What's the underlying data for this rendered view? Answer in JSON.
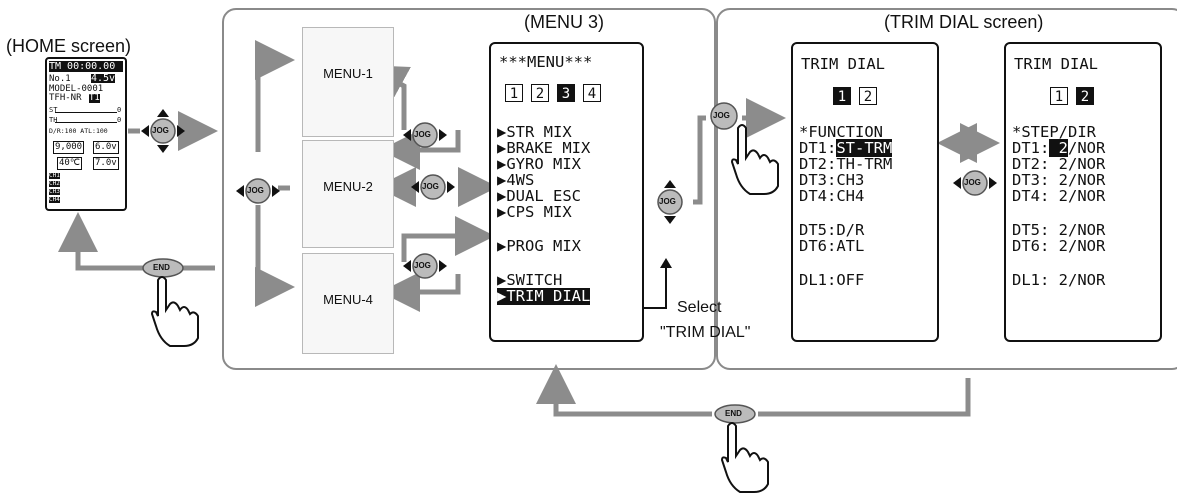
{
  "captions": {
    "home": "(HOME screen)",
    "menu3": "(MENU 3)",
    "trim": "(TRIM DIAL screen)"
  },
  "menus": {
    "m1": "MENU-1",
    "m2": "MENU-2",
    "m4": "MENU-4"
  },
  "jog_label": "JOG",
  "end_label": "END",
  "home": {
    "timer": "TM 00:00.00",
    "model_no": "No.1",
    "batt": "4.5v",
    "model_name": "MODEL-0001",
    "mode": "TFH-NR",
    "mode_tag": "T1",
    "st": "ST",
    "th": "TH",
    "trim_val": "0",
    "dr_atl": "D/R:100 ATL:100",
    "val1": "9,000",
    "val2": "6.0v",
    "temp": "40℃",
    "volt": "7.0v",
    "ch1": "CH1",
    "ch2": "CH2",
    "ch3": "CH3",
    "ch4": "CH4"
  },
  "menu3": {
    "title": "***MENU***",
    "pages": [
      "1",
      "2",
      "3",
      "4"
    ],
    "items": [
      "▶STR MIX",
      "▶BRAKE MIX",
      "▶GYRO MIX",
      "▶4WS",
      "▶DUAL ESC",
      "▶CPS MIX",
      "▶PROG MIX",
      "▶SWITCH",
      "▶TRIM DIAL"
    ]
  },
  "select_note": {
    "line1": "Select",
    "line2": "\"TRIM DIAL\""
  },
  "trim1": {
    "title": "TRIM DIAL",
    "pages": [
      "1",
      "2"
    ],
    "header": "*FUNCTION",
    "rows": [
      {
        "k": "DT1:",
        "v": "ST-TRM"
      },
      {
        "k": "DT2:",
        "v": "TH-TRM"
      },
      {
        "k": "DT3:",
        "v": "CH3"
      },
      {
        "k": "DT4:",
        "v": "CH4"
      },
      {
        "k": "DT5:",
        "v": "D/R"
      },
      {
        "k": "DT6:",
        "v": "ATL"
      },
      {
        "k": "DL1:",
        "v": "OFF"
      }
    ]
  },
  "trim2": {
    "title": "TRIM DIAL",
    "pages": [
      "1",
      "2"
    ],
    "header": "*STEP/DIR",
    "rows": [
      {
        "k": "DT1:",
        "v1": " 2",
        "v2": "/NOR"
      },
      {
        "k": "DT2:",
        "v1": " 2",
        "v2": "/NOR"
      },
      {
        "k": "DT3:",
        "v1": " 2",
        "v2": "/NOR"
      },
      {
        "k": "DT4:",
        "v1": " 2",
        "v2": "/NOR"
      },
      {
        "k": "DT5:",
        "v1": " 2",
        "v2": "/NOR"
      },
      {
        "k": "DT6:",
        "v1": " 2",
        "v2": "/NOR"
      },
      {
        "k": "DL1:",
        "v1": " 2",
        "v2": "/NOR"
      }
    ]
  },
  "colors": {
    "arrow": "#8c8c8c",
    "panel": "#8a8a8a",
    "lcd": "#111111"
  }
}
